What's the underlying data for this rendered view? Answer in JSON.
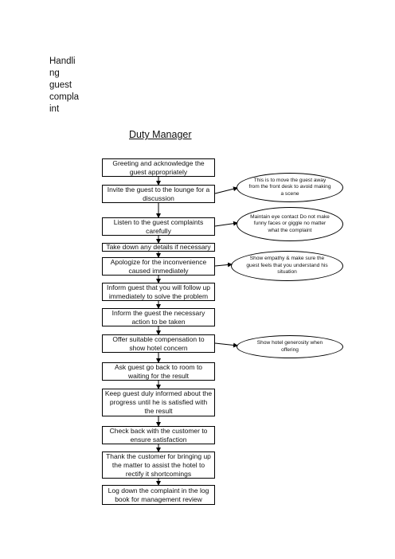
{
  "side_title": [
    "Handli",
    "ng",
    "guest",
    "compla",
    "int"
  ],
  "main_title": "Duty Manager",
  "steps": [
    "Greeting and acknowledge the guest appropriately",
    "Invite the guest to the lounge for a discussion",
    "Listen to the guest complaints carefully",
    "Take down any details if necessary",
    "Apologize for the inconvenience caused immediately",
    "Inform guest that you will follow up immediately to solve the problem",
    "Inform the guest the necessary action to be taken",
    "Offer suitable compensation to show hotel concern",
    "Ask guest go back to room to waiting for the result",
    "Keep guest duly informed about the progress until he is satisfied with the result",
    "Check back with the customer to ensure satisfaction",
    "Thank the customer for bringing up the matter to assist the hotel to rectify it shortcomings",
    "Log down the complaint in the log book for management review"
  ],
  "notes": [
    "This is to move the guest away from the front desk to avoid making a scene",
    "Maintain eye contact Do not make funny faces or giggle no matter what the complaint",
    "Show empathy & make sure the guest feels that you understand his situation",
    "Show hotel generosity when offering"
  ]
}
